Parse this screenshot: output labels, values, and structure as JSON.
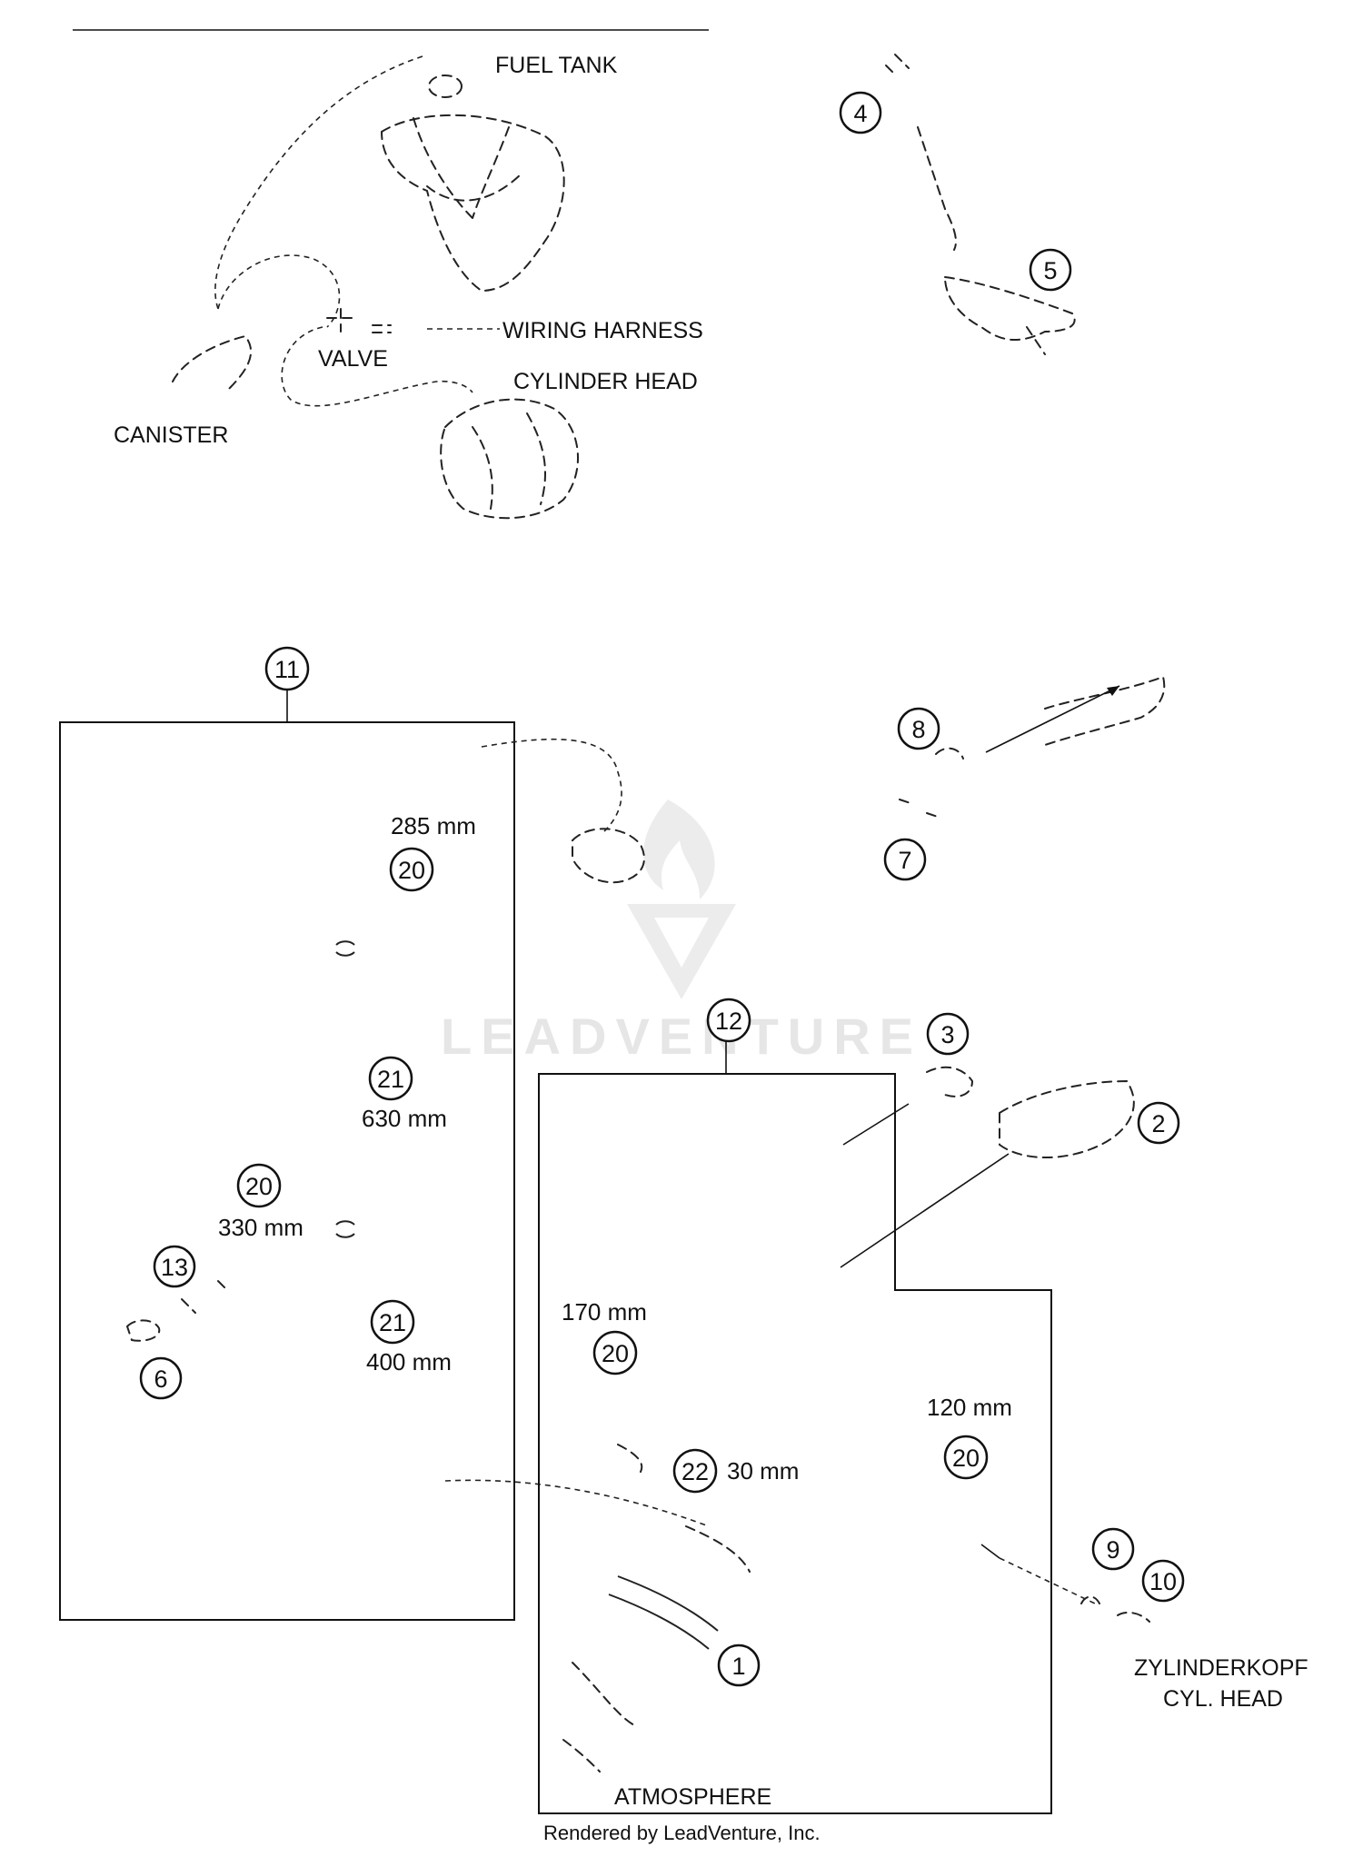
{
  "labels": {
    "fuel_tank": "FUEL TANK",
    "wiring_harness": "WIRING HARNESS",
    "valve": "VALVE",
    "cylinder_head": "CYLINDER HEAD",
    "canister": "CANISTER",
    "atmosphere": "ATMOSPHERE",
    "zylinderkopf": "ZYLINDERKOPF",
    "cyl_head": "CYL. HEAD"
  },
  "hose_lengths": {
    "h285": "285 mm",
    "h630": "630 mm",
    "h330": "330 mm",
    "h400": "400 mm",
    "h170": "170 mm",
    "h120": "120 mm",
    "h30": "30 mm"
  },
  "callouts": {
    "c1": "1",
    "c2": "2",
    "c3": "3",
    "c4": "4",
    "c5": "5",
    "c6": "6",
    "c7": "7",
    "c8": "8",
    "c9": "9",
    "c10": "10",
    "c11": "11",
    "c12": "12",
    "c13": "13",
    "c20a": "20",
    "c20b": "20",
    "c20c": "20",
    "c20d": "20",
    "c21a": "21",
    "c21b": "21",
    "c22": "22"
  },
  "watermark": "LEADVENTURE",
  "credit": "Rendered by LeadVenture, Inc."
}
